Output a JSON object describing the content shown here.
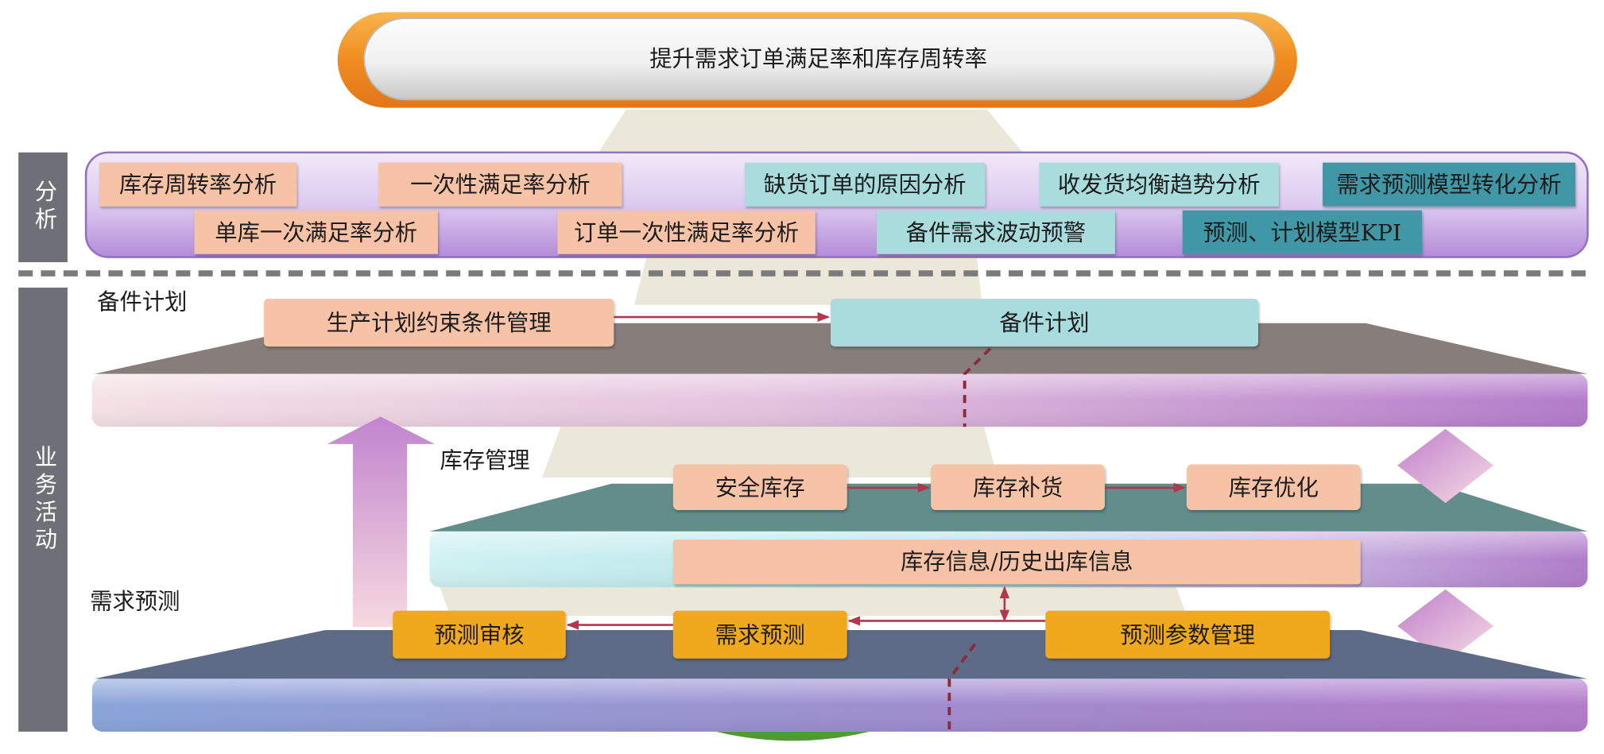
{
  "goal": "提升需求订单满足率和库存周转率",
  "side_labels": {
    "analysis": "分析",
    "business_activity": "业务活动"
  },
  "analysis": {
    "row1": [
      "库存周转率分析",
      "一次性满足率分析",
      "缺货订单的原因分析",
      "收发货均衡趋势分析",
      "需求预测模型转化分析"
    ],
    "row2": [
      "单库一次满足率分析",
      "订单一次性满足率分析",
      "备件需求波动预警",
      "预测、计划模型KPI"
    ]
  },
  "spare_parts_plan": {
    "label": "备件计划",
    "constraint_box": "生产计划约束条件管理",
    "plan_box": "备件计划"
  },
  "inventory_management": {
    "label": "库存管理",
    "steps": [
      "安全库存",
      "库存补货",
      "库存优化"
    ],
    "info": "库存信息/历史出库信息"
  },
  "demand_forecast": {
    "label": "需求预测",
    "review": "预测审核",
    "forecast": "需求预测",
    "parameters": "预测参数管理"
  },
  "colors": {
    "salmon": "#f7c3a7",
    "light_teal": "#a8dcdd",
    "dark_teal": "#3f97a6",
    "orange": "#f0a91f"
  }
}
